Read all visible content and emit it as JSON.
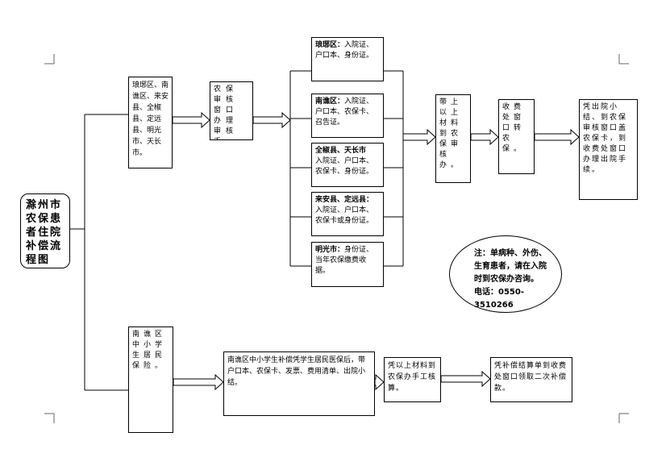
{
  "title": "滁州市农保患者住院补偿流程图",
  "regions": "琅琊区、南谯区、来安县、全椒县、定远县、明光市、天长市。",
  "review": "农保审核窗口办理审核手续。",
  "materials": [
    {
      "area": "琅琊区：",
      "docs": "入院证、户口本、身份证。"
    },
    {
      "area": "南谯区：",
      "docs": "入院证、户口本、农保卡、召告证。"
    },
    {
      "area": "全椒县、天长市",
      "docs": "入院证、户口本、农保卡、身份证。"
    },
    {
      "area": "来安县、定远县：",
      "docs": "入院证、户口本、农保卡或身份证。"
    },
    {
      "area": "明光市：",
      "docs": "身份证、当年农保缴费收据。"
    }
  ],
  "bring": "带上以上材料到农保审核办。",
  "cashier": "收费处窗口转农保。",
  "discharge": "凭出院小结、到农保审核窗口盖农保卡，到收费处窗口办理出院手续。",
  "student": {
    "group": "南谯区中小学生居民保险。",
    "step1": "南谯区中小学生补偿凭学生居民医保后，带户口本、农保卡、发票、费用清单、出院小结。",
    "step2": "凭以上材料到农保办手工核算。",
    "step3": "凭补偿结算单到收费处窗口领取二次补偿款。"
  },
  "note": {
    "line1": "注：单病种、外伤、",
    "line2": "生育患者，请在入院",
    "line3": "时到农保办咨询。",
    "phone": "电话：0550-3510266"
  }
}
